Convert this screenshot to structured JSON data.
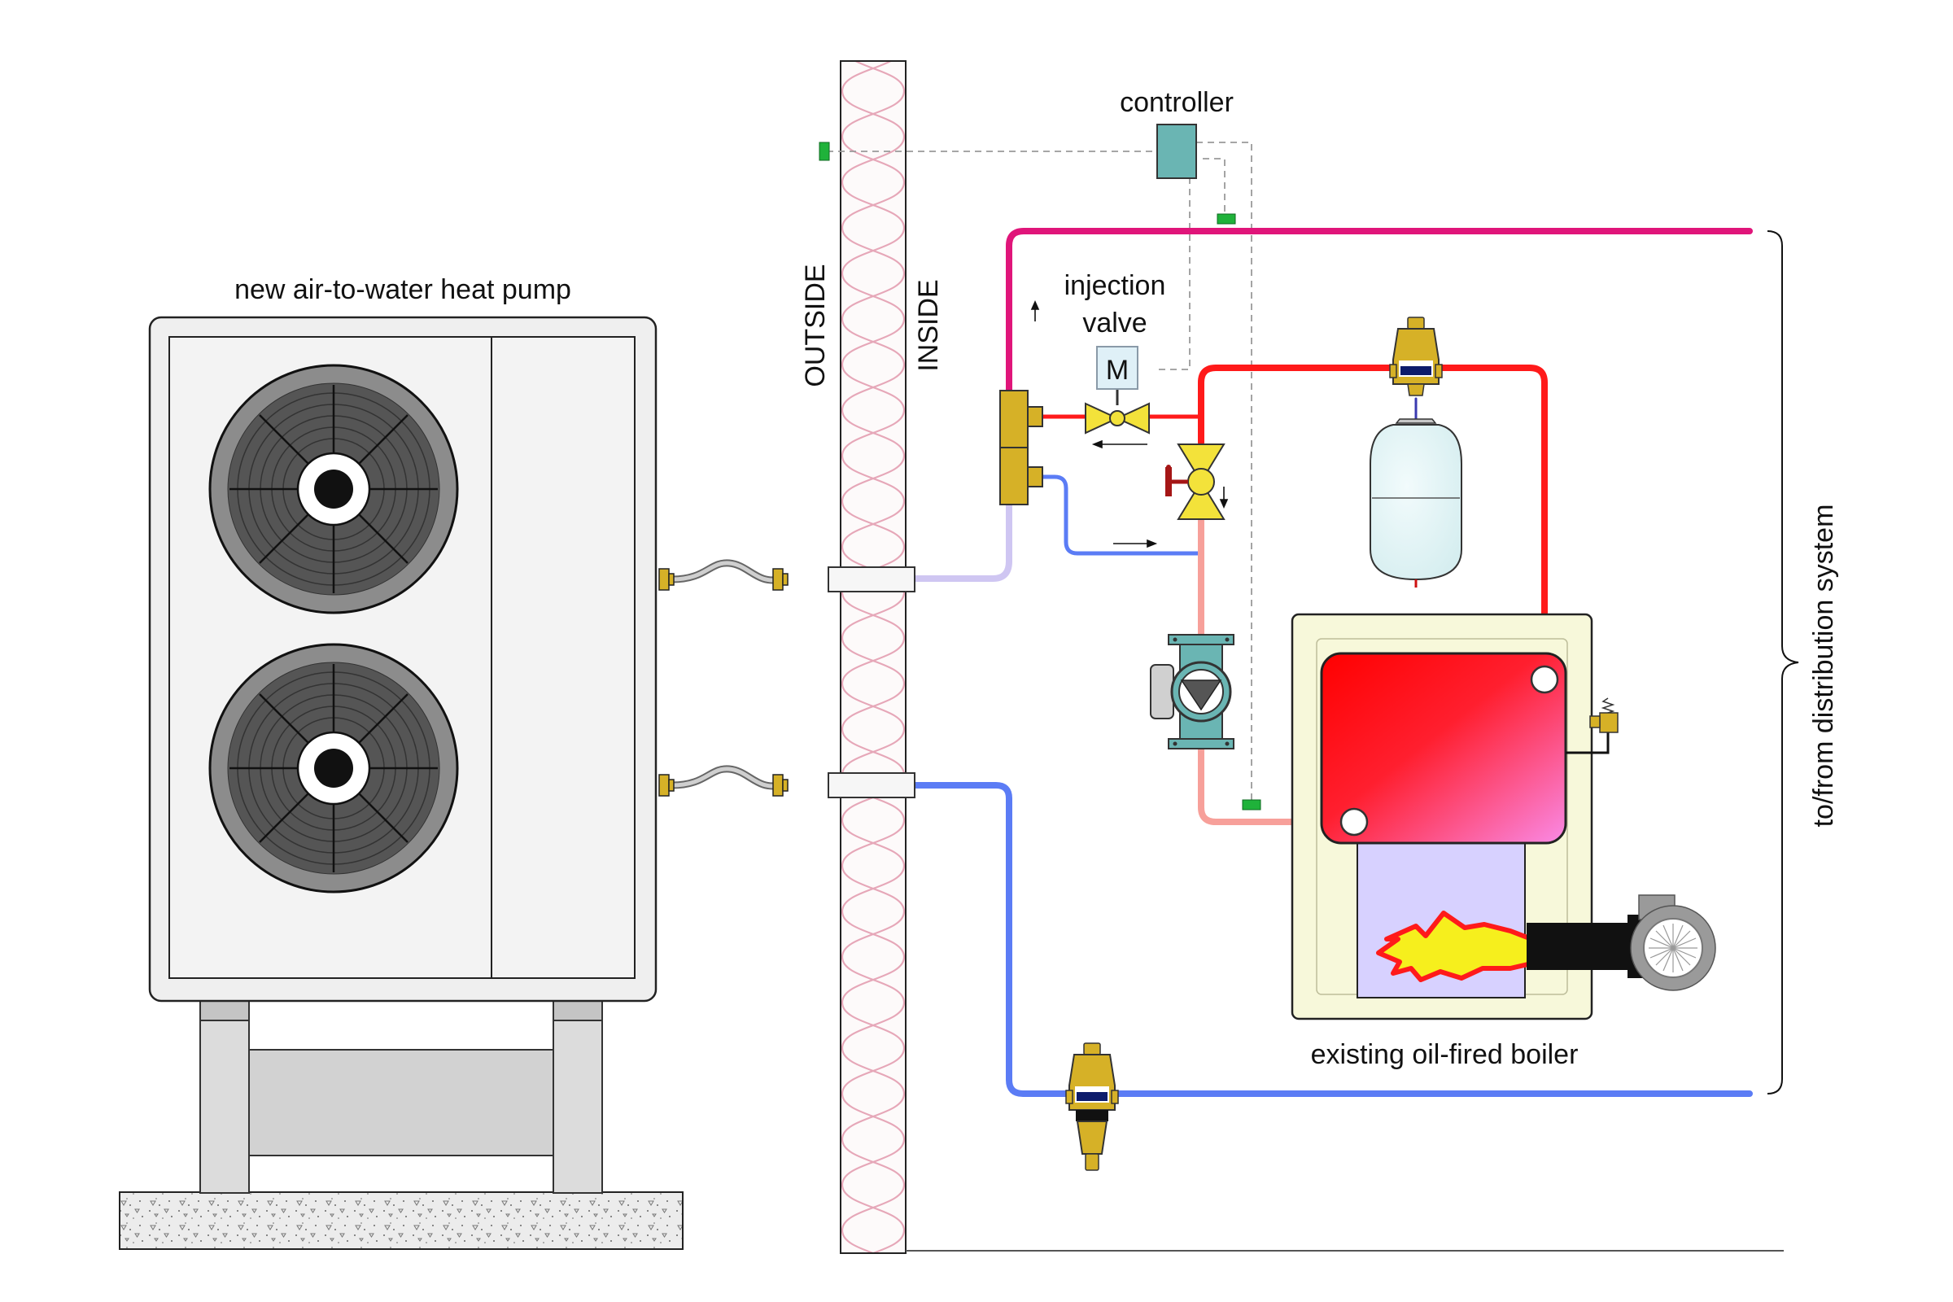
{
  "labels": {
    "heat_pump": "new air-to-water heat pump",
    "outside": "OUTSIDE",
    "inside": "INSIDE",
    "controller": "controller",
    "injection_1": "injection",
    "injection_2": "valve",
    "motor": "M",
    "distribution": "to/from distribution system",
    "boiler": "existing oil-fired boiler"
  },
  "colors": {
    "supply_magenta": "#e0157a",
    "boiler_red": "#ff1a1a",
    "return_blue": "#5b7cf5",
    "pump_return_pink": "#f7a09a",
    "hp_supply_lavender": "#cfc6f2",
    "brass": "#d6b127",
    "controller_teal": "#6ab5b3",
    "sensor_green": "#1fb23a",
    "wall_pink": "#e6a7b8",
    "boiler_jacket": "#f7f8da",
    "firebox": "#d7d1ff",
    "expansion_tank": "#dff3f4"
  },
  "icons": {
    "fan": "fan-icon",
    "motor": "motor-actuator-icon",
    "pump": "circulator-pump-icon",
    "flame": "flame-icon",
    "burner": "oil-burner-icon",
    "air_vent": "air-vent-icon",
    "relief_valve": "pressure-relief-valve-icon"
  }
}
